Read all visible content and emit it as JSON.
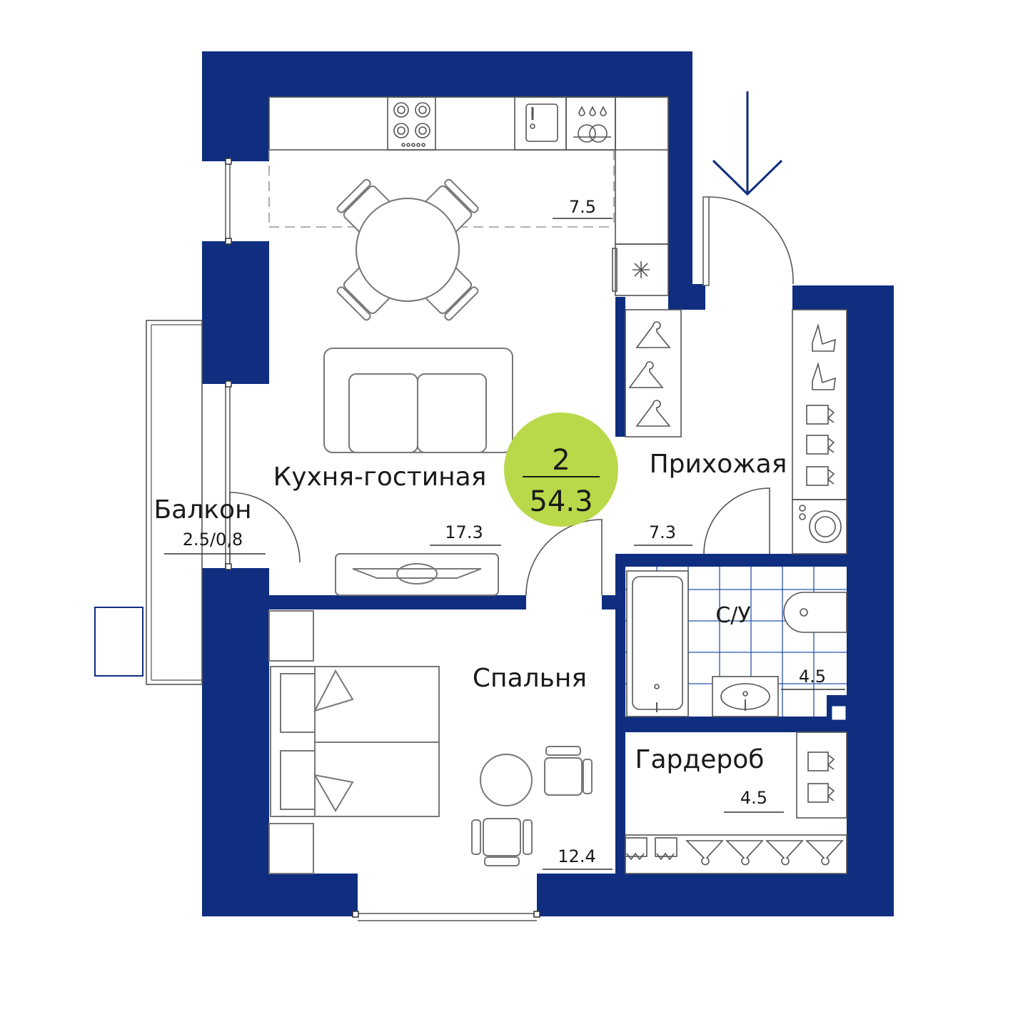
{
  "colors": {
    "wall": "#0f2e7f",
    "badge": "#b9d94a",
    "tile_grid": "#2555b0",
    "furniture_stroke": "#777777"
  },
  "badge": {
    "rooms_count": "2",
    "total_area": "54.3"
  },
  "rooms": {
    "kitchen_living": {
      "name": "Кухня-гостиная",
      "area": "17.3",
      "kitchen_zone_area": "7.5"
    },
    "hallway": {
      "name": "Прихожая",
      "area": "7.3"
    },
    "bathroom": {
      "name": "С/У",
      "area": "4.5"
    },
    "bedroom": {
      "name": "Спальня",
      "area": "12.4"
    },
    "wardrobe": {
      "name": "Гардероб",
      "area": "4.5"
    },
    "balcony": {
      "name": "Балкон",
      "area": "2.5/0,8"
    }
  },
  "icons": {
    "entrance": "entrance-arrow-icon",
    "stove": "stove-icon",
    "sink": "kitchen-sink-icon",
    "dishwasher": "dishwasher-icon",
    "fridge": "fridge-icon",
    "hanger": "hanger-icon",
    "shoe": "shoe-icon",
    "washer": "washing-machine-icon"
  }
}
